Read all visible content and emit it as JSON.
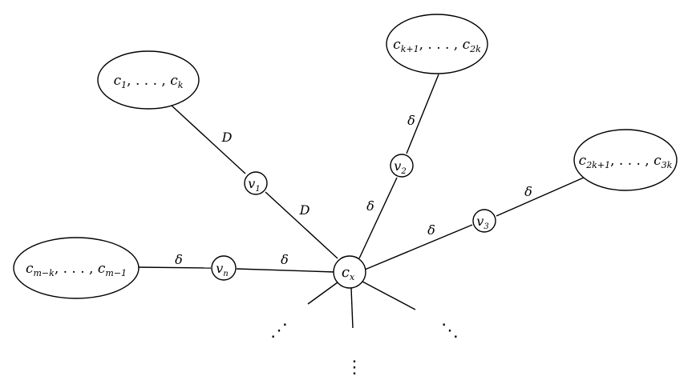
{
  "clusters": {
    "c1": {
      "base": "c",
      "sub1": "1",
      "mid": ", . . . , ",
      "base2": "c",
      "sub2": "k"
    },
    "c2": {
      "base": "c",
      "sub1": "k+1",
      "mid": ", . . . , ",
      "base2": "c",
      "sub2": "2k"
    },
    "c3": {
      "base": "c",
      "sub1": "2k+1",
      "mid": ", . . . , ",
      "base2": "c",
      "sub2": "3k"
    },
    "c4": {
      "base": "c",
      "sub1": "m−k",
      "mid": ", . . . , ",
      "base2": "c",
      "sub2": "m−1"
    }
  },
  "nodes": {
    "v1": {
      "base": "v",
      "sub": "1"
    },
    "v2": {
      "base": "v",
      "sub": "2"
    },
    "v3": {
      "base": "v",
      "sub": "3"
    },
    "vn": {
      "base": "v",
      "sub": "n"
    },
    "cx": {
      "base": "c",
      "sub": "x"
    }
  },
  "edge_labels": {
    "c1_v1": "D",
    "v1_cx": "D",
    "c2_v2": "δ",
    "v2_cx": "δ",
    "c3_v3": "δ",
    "v3_cx": "δ",
    "c4_vn": "δ",
    "vn_cx": "δ"
  },
  "ellipsis": {
    "left": "⋰",
    "right": "⋱",
    "bottom": "⋮"
  }
}
